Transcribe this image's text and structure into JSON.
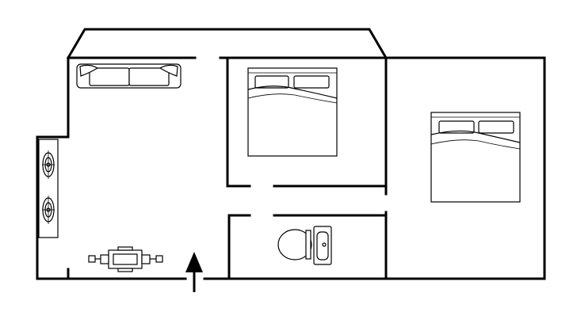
{
  "plan": {
    "rooms": [
      "living-room",
      "bedroom-1",
      "bedroom-2",
      "bathroom"
    ],
    "entrance": "arrow-up-icon",
    "furniture": [
      "sofa-icon",
      "bed-icon",
      "bed-icon",
      "toilet-icon",
      "sink-icon",
      "stove-icon",
      "table-icon"
    ]
  },
  "colors": {
    "line": "#000000",
    "background": "#ffffff"
  }
}
